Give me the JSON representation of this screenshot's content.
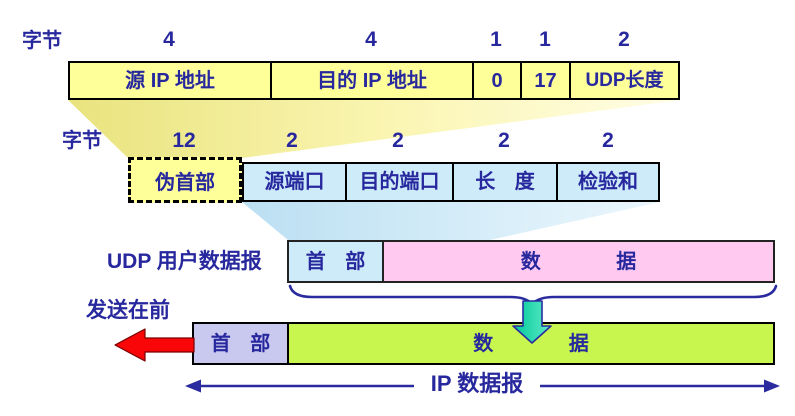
{
  "row1": {
    "byte_label": "字节",
    "numbers": [
      "4",
      "4",
      "1",
      "1",
      "2"
    ],
    "cells": [
      "源 IP 地址",
      "目的 IP 地址",
      "0",
      "17",
      "UDP长度"
    ]
  },
  "row2": {
    "byte_label": "字节",
    "numbers": [
      "12",
      "2",
      "2",
      "2",
      "2"
    ],
    "cells": [
      "伪首部",
      "源端口",
      "目的端口",
      "长 度",
      "检验和"
    ]
  },
  "udp_row": {
    "label": "UDP 用户数据报",
    "header": "首 部",
    "data": "数 据"
  },
  "ip_row": {
    "label": "发送在前",
    "header": "首 部",
    "data": "数 据"
  },
  "bottom": {
    "label": "IP 数据报"
  },
  "colors": {
    "field_yellow": "#FFFF99",
    "field_light_blue": "#CDEBF9",
    "data_pink": "#FFC9F0",
    "ip_header_lavender": "#C9C9EF",
    "ip_data_green": "#C8F64F",
    "text_navy": "#28289E",
    "send_arrow_red": "#F90608",
    "drop_arrow_teal": "#00D9A4"
  }
}
